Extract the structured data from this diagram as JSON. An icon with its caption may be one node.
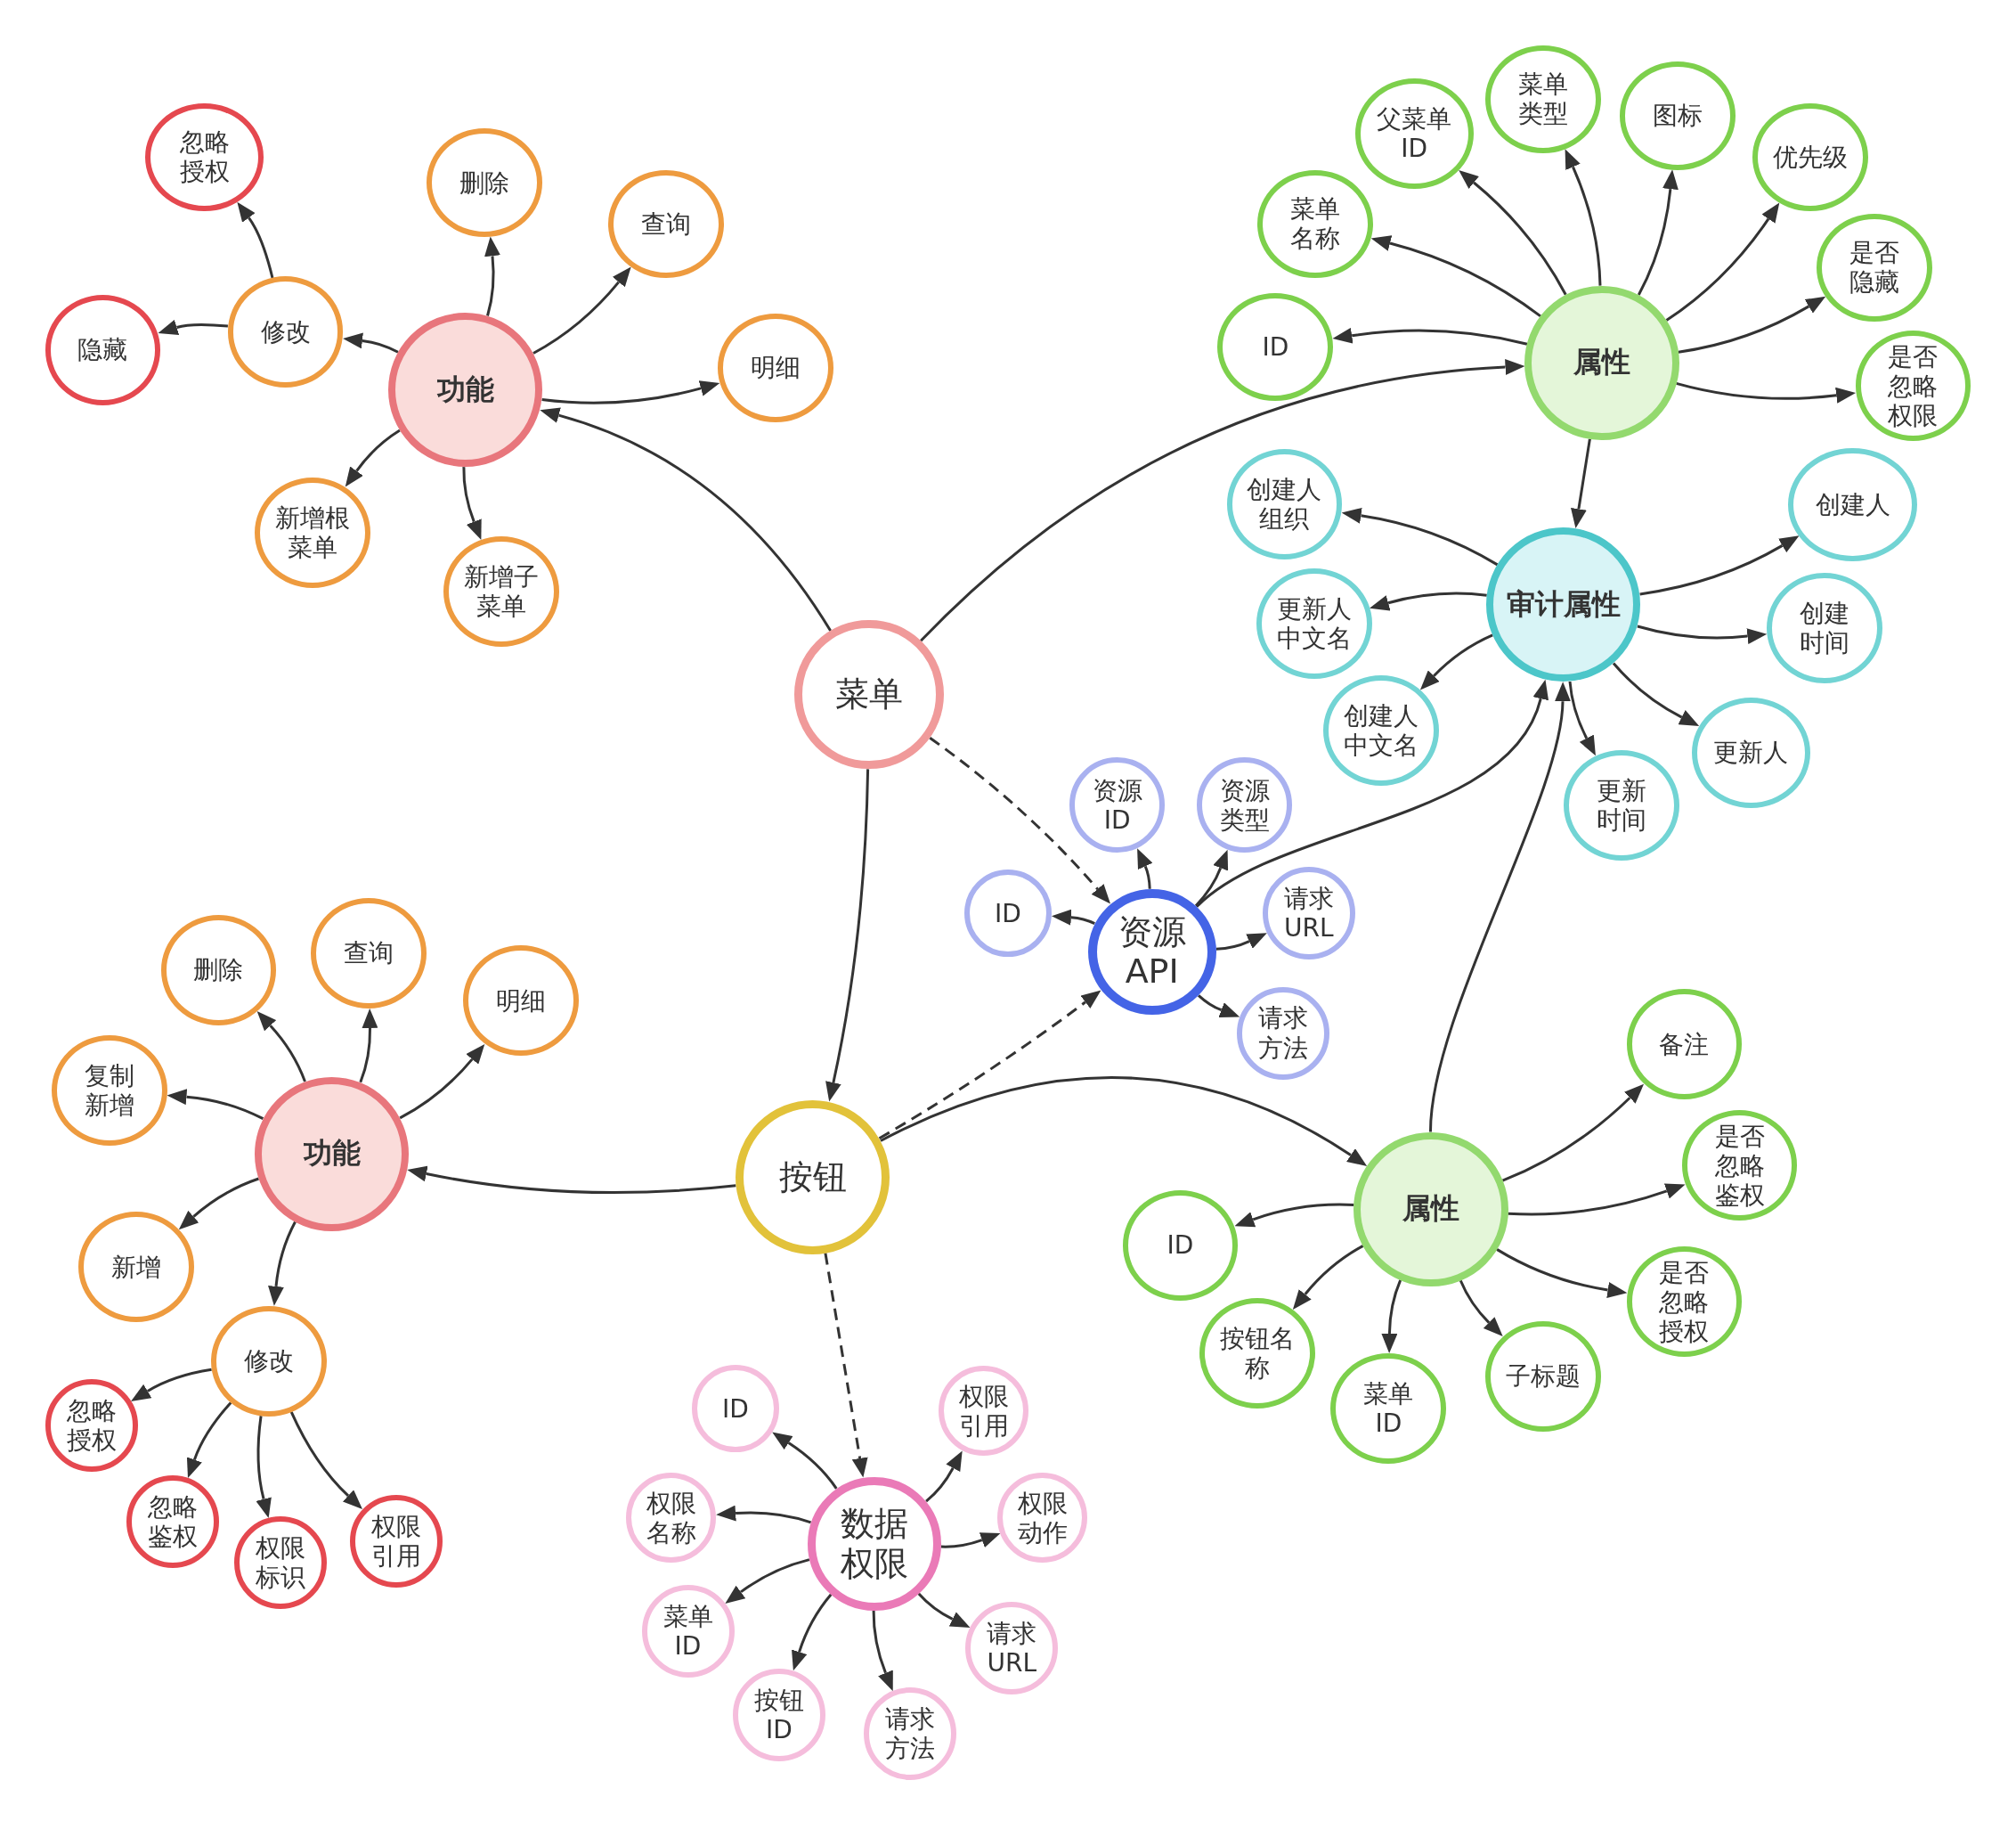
{
  "diagram": {
    "nodes": [
      {
        "text": [
          "菜单"
        ]
      },
      {
        "text": [
          "功能"
        ]
      },
      {
        "text": [
          "修改"
        ]
      },
      {
        "text": [
          "忽略授权"
        ]
      },
      {
        "text": [
          "隐藏"
        ]
      },
      {
        "text": [
          "删除"
        ]
      },
      {
        "text": [
          "查询"
        ]
      },
      {
        "text": [
          "明细"
        ]
      },
      {
        "text": [
          "新增根菜单"
        ]
      },
      {
        "text": [
          "新增子菜单"
        ]
      },
      {
        "text": [
          "属性"
        ]
      },
      {
        "text": [
          "ID"
        ]
      },
      {
        "text": [
          "菜单名称"
        ]
      },
      {
        "text": [
          "父菜单ID"
        ]
      },
      {
        "text": [
          "菜单类型"
        ]
      },
      {
        "text": [
          "图标"
        ]
      },
      {
        "text": [
          "优先级"
        ]
      },
      {
        "text": [
          "是否隐藏"
        ]
      },
      {
        "text": [
          "是否忽略权限"
        ]
      },
      {
        "text": [
          "审计属性"
        ]
      },
      {
        "text": [
          "创建人组织"
        ]
      },
      {
        "text": [
          "更新人中文名"
        ]
      },
      {
        "text": [
          "创建人中文名"
        ]
      },
      {
        "text": [
          "更新时间"
        ]
      },
      {
        "text": [
          "更新人"
        ]
      },
      {
        "text": [
          "创建时间"
        ]
      },
      {
        "text": [
          "创建人"
        ]
      },
      {
        "text": [
          "资源API"
        ]
      },
      {
        "text": [
          "ID"
        ]
      },
      {
        "text": [
          "资源ID"
        ]
      },
      {
        "text": [
          "资源类型"
        ]
      },
      {
        "text": [
          "请求URL"
        ]
      },
      {
        "text": [
          "请求方法"
        ]
      },
      {
        "text": [
          "按钮"
        ]
      },
      {
        "text": [
          "功能"
        ]
      },
      {
        "text": [
          "删除"
        ]
      },
      {
        "text": [
          "查询"
        ]
      },
      {
        "text": [
          "明细"
        ]
      },
      {
        "text": [
          "复制新增"
        ]
      },
      {
        "text": [
          "新增"
        ]
      },
      {
        "text": [
          "修改"
        ]
      },
      {
        "text": [
          "忽略授权"
        ]
      },
      {
        "text": [
          "忽略鉴权"
        ]
      },
      {
        "text": [
          "权限标识"
        ]
      },
      {
        "text": [
          "权限引用"
        ]
      },
      {
        "text": [
          "属性"
        ]
      },
      {
        "text": [
          "ID"
        ]
      },
      {
        "text": [
          "按钮名称"
        ]
      },
      {
        "text": [
          "菜单ID"
        ]
      },
      {
        "text": [
          "子标题"
        ]
      },
      {
        "text": [
          "备注"
        ]
      },
      {
        "text": [
          "是否忽略鉴权"
        ]
      },
      {
        "text": [
          "是否忽略授权"
        ]
      },
      {
        "text": [
          "数据权限"
        ]
      },
      {
        "text": [
          "ID"
        ]
      },
      {
        "text": [
          "权限名称"
        ]
      },
      {
        "text": [
          "菜单ID"
        ]
      },
      {
        "text": [
          "按钮ID"
        ]
      },
      {
        "text": [
          "请求方法"
        ]
      },
      {
        "text": [
          "请求URL"
        ]
      },
      {
        "text": [
          "权限动作"
        ]
      },
      {
        "text": [
          "权限引用"
        ]
      }
    ],
    "edges": [
      {
        "from": 0,
        "to": 1,
        "arrow": "to"
      },
      {
        "from": 0,
        "to": 10,
        "arrow": "to"
      },
      {
        "from": 0,
        "to": 33,
        "arrow": "to"
      },
      {
        "from": 0,
        "to": 27,
        "arrow": "to",
        "style": "dashed"
      },
      {
        "from": 33,
        "to": 27,
        "arrow": "to",
        "style": "dashed"
      },
      {
        "from": 33,
        "to": 34,
        "arrow": "to"
      },
      {
        "from": 33,
        "to": 45,
        "arrow": "to"
      },
      {
        "from": 33,
        "to": 53,
        "arrow": "to",
        "style": "dashed"
      },
      {
        "from": 10,
        "to": 19,
        "arrow": "to"
      },
      {
        "from": 27,
        "to": 19,
        "arrow": "to"
      },
      {
        "from": 45,
        "to": 19,
        "arrow": "to"
      },
      {
        "from": 1,
        "to": 2,
        "arrow": "to"
      },
      {
        "from": 1,
        "to": 5,
        "arrow": "to"
      },
      {
        "from": 1,
        "to": 6,
        "arrow": "to"
      },
      {
        "from": 1,
        "to": 7,
        "arrow": "to"
      },
      {
        "from": 1,
        "to": 8,
        "arrow": "to"
      },
      {
        "from": 1,
        "to": 9,
        "arrow": "to"
      },
      {
        "from": 2,
        "to": 3,
        "arrow": "to"
      },
      {
        "from": 2,
        "to": 4,
        "arrow": "to"
      },
      {
        "from": 10,
        "to": 11,
        "arrow": "to"
      },
      {
        "from": 10,
        "to": 12,
        "arrow": "to"
      },
      {
        "from": 10,
        "to": 13,
        "arrow": "to"
      },
      {
        "from": 10,
        "to": 14,
        "arrow": "to"
      },
      {
        "from": 10,
        "to": 15,
        "arrow": "to"
      },
      {
        "from": 10,
        "to": 16,
        "arrow": "to"
      },
      {
        "from": 10,
        "to": 17,
        "arrow": "to"
      },
      {
        "from": 10,
        "to": 18,
        "arrow": "to"
      },
      {
        "from": 19,
        "to": 20,
        "arrow": "to"
      },
      {
        "from": 19,
        "to": 21,
        "arrow": "to"
      },
      {
        "from": 19,
        "to": 22,
        "arrow": "to"
      },
      {
        "from": 19,
        "to": 23,
        "arrow": "to"
      },
      {
        "from": 19,
        "to": 24,
        "arrow": "to"
      },
      {
        "from": 19,
        "to": 25,
        "arrow": "to"
      },
      {
        "from": 19,
        "to": 26,
        "arrow": "to"
      },
      {
        "from": 27,
        "to": 28,
        "arrow": "to"
      },
      {
        "from": 27,
        "to": 29,
        "arrow": "to"
      },
      {
        "from": 27,
        "to": 30,
        "arrow": "to"
      },
      {
        "from": 27,
        "to": 31,
        "arrow": "to"
      },
      {
        "from": 27,
        "to": 32,
        "arrow": "to"
      },
      {
        "from": 34,
        "to": 35,
        "arrow": "to"
      },
      {
        "from": 34,
        "to": 36,
        "arrow": "to"
      },
      {
        "from": 34,
        "to": 37,
        "arrow": "to"
      },
      {
        "from": 34,
        "to": 38,
        "arrow": "to"
      },
      {
        "from": 34,
        "to": 39,
        "arrow": "to"
      },
      {
        "from": 34,
        "to": 40,
        "arrow": "to"
      },
      {
        "from": 40,
        "to": 41,
        "arrow": "to"
      },
      {
        "from": 40,
        "to": 42,
        "arrow": "to"
      },
      {
        "from": 40,
        "to": 43,
        "arrow": "to"
      },
      {
        "from": 40,
        "to": 44,
        "arrow": "to"
      },
      {
        "from": 45,
        "to": 46,
        "arrow": "to"
      },
      {
        "from": 45,
        "to": 47,
        "arrow": "to"
      },
      {
        "from": 45,
        "to": 48,
        "arrow": "to"
      },
      {
        "from": 45,
        "to": 49,
        "arrow": "to"
      },
      {
        "from": 45,
        "to": 50,
        "arrow": "to"
      },
      {
        "from": 45,
        "to": 51,
        "arrow": "to"
      },
      {
        "from": 45,
        "to": 52,
        "arrow": "to"
      },
      {
        "from": 53,
        "to": 54,
        "arrow": "to"
      },
      {
        "from": 53,
        "to": 55,
        "arrow": "to"
      },
      {
        "from": 53,
        "to": 56,
        "arrow": "to"
      },
      {
        "from": 53,
        "to": 57,
        "arrow": "to"
      },
      {
        "from": 53,
        "to": 58,
        "arrow": "to"
      },
      {
        "from": 53,
        "to": 59,
        "arrow": "to"
      },
      {
        "from": 53,
        "to": 60,
        "arrow": "to"
      },
      {
        "from": 53,
        "to": 61,
        "arrow": "to"
      }
    ]
  }
}
